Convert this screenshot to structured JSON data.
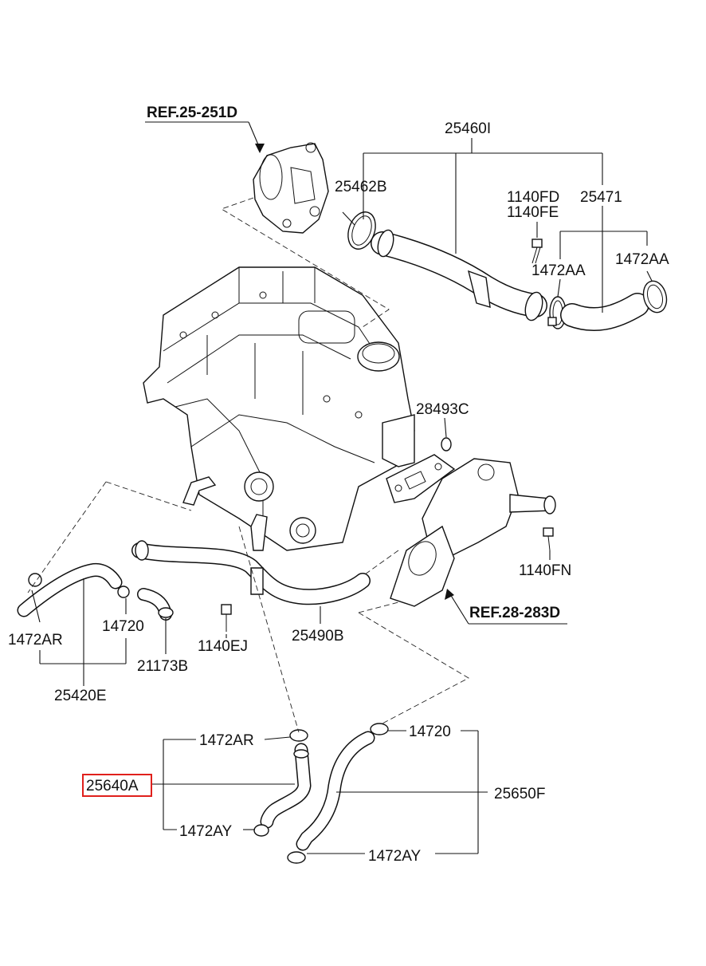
{
  "diagram": {
    "references": {
      "ref_upper": "REF.25-251D",
      "ref_lower": "REF.28-283D"
    },
    "labels": {
      "p25460I": "25460I",
      "p25462B": "25462B",
      "p1140FD": "1140FD",
      "p1140FE": "1140FE",
      "p25471": "25471",
      "p1472AA_left": "1472AA",
      "p1472AA_right": "1472AA",
      "p28493C": "28493C",
      "p1140FN": "1140FN",
      "p1472AR_upper": "1472AR",
      "p14720_upper": "14720",
      "p21173B": "21173B",
      "p1140EJ": "1140EJ",
      "p25490B": "25490B",
      "p25420E": "25420E",
      "p1472AR_lower": "1472AR",
      "p14720_lower": "14720",
      "p25640A": "25640A",
      "p25650F": "25650F",
      "p1472AY_left": "1472AY",
      "p1472AY_right": "1472AY"
    },
    "highlight_color": "#e0201c"
  }
}
